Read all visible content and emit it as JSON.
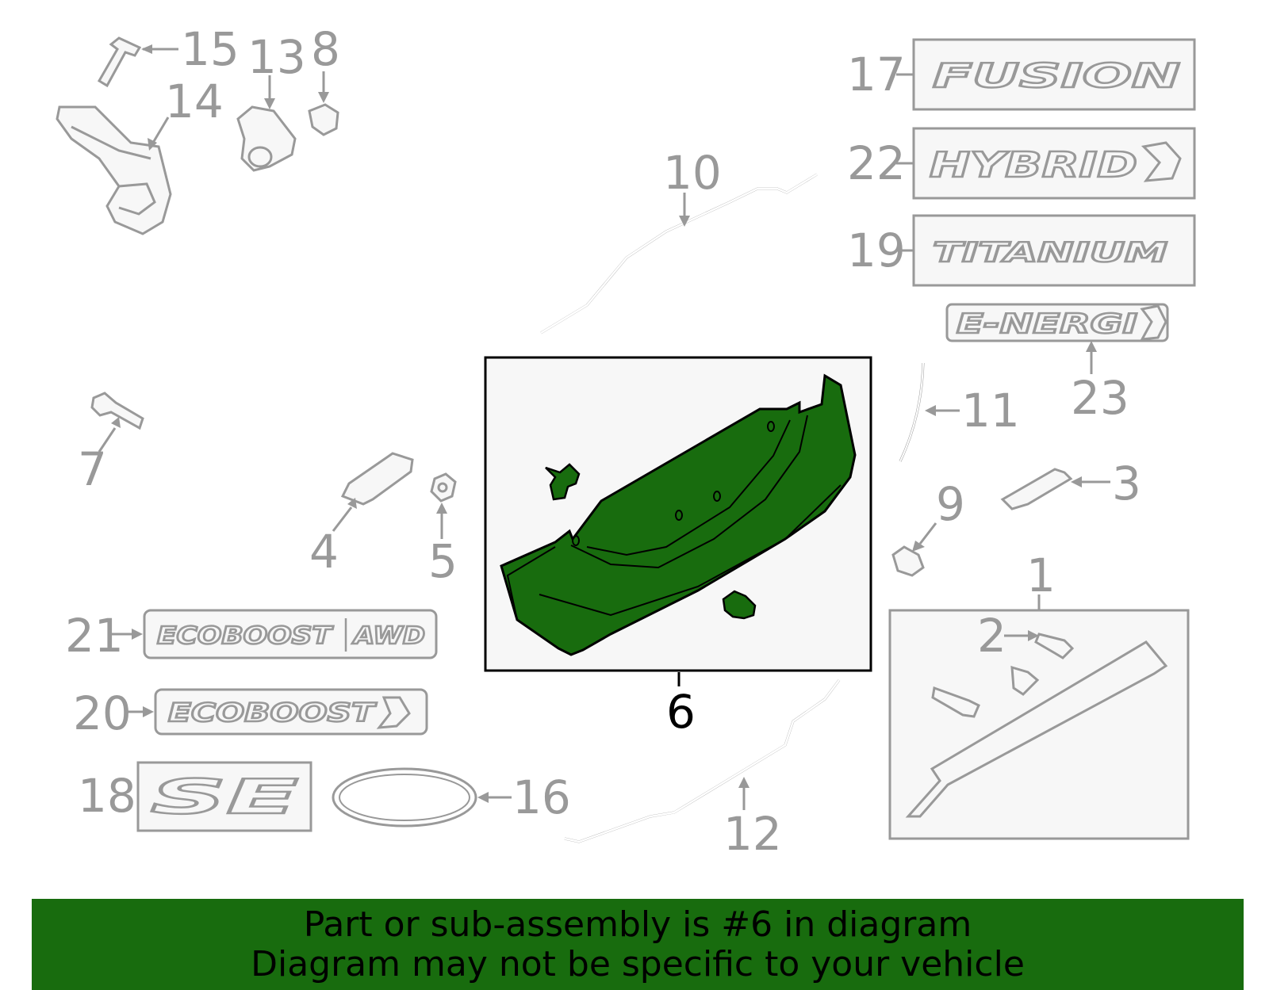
{
  "callouts": {
    "c1": "1",
    "c2": "2",
    "c3": "3",
    "c4": "4",
    "c5": "5",
    "c6": "6",
    "c7": "7",
    "c8": "8",
    "c9": "9",
    "c10": "10",
    "c11": "11",
    "c12": "12",
    "c13": "13",
    "c14": "14",
    "c15": "15",
    "c16": "16",
    "c17": "17",
    "c18": "18",
    "c19": "19",
    "c20": "20",
    "c21": "21",
    "c22": "22",
    "c23": "23"
  },
  "badges": {
    "fusion": "FUSION",
    "hybrid": "HYBRID",
    "titanium": "TITANIUM",
    "energi": "E-NERGI",
    "ecoboost_awd_left": "ECOBOOST",
    "ecoboost_awd_right": "AWD",
    "ecoboost": "ECOBOOST",
    "se": "SE"
  },
  "highlight_color": "#186c0e",
  "banner": {
    "line1": "Part or sub-assembly is #6 in diagram",
    "line2": "Diagram may not be specific to your vehicle"
  }
}
